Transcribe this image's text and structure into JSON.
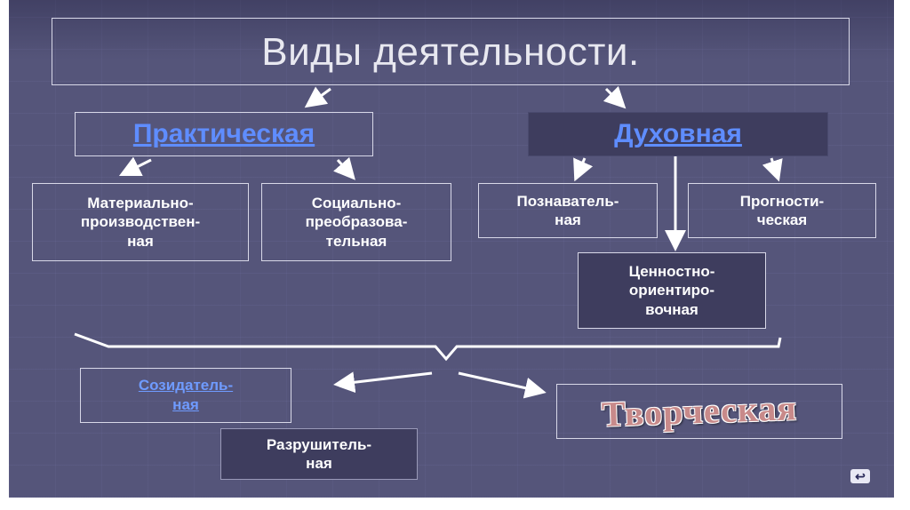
{
  "diagram": {
    "title": "Виды деятельности.",
    "practical": "Практическая",
    "spiritual": "Духовная",
    "material": "Материально-\nпроизводствен-\nная",
    "social": "Социально-\nпреобразова-\nтельная",
    "cognitive": "Познаватель-\nная",
    "prognostic": "Прогности-\nческая",
    "value": "Ценностно-\nориентиро-\nвочная",
    "constructive": "Созидатель-\nная",
    "destructive": "Разрушитель-\nная",
    "creative": "Творческая"
  },
  "colors": {
    "background": "#55557a",
    "link": "#5f8dff",
    "text": "#ffffff"
  },
  "nav": {
    "icon": "return-icon"
  }
}
